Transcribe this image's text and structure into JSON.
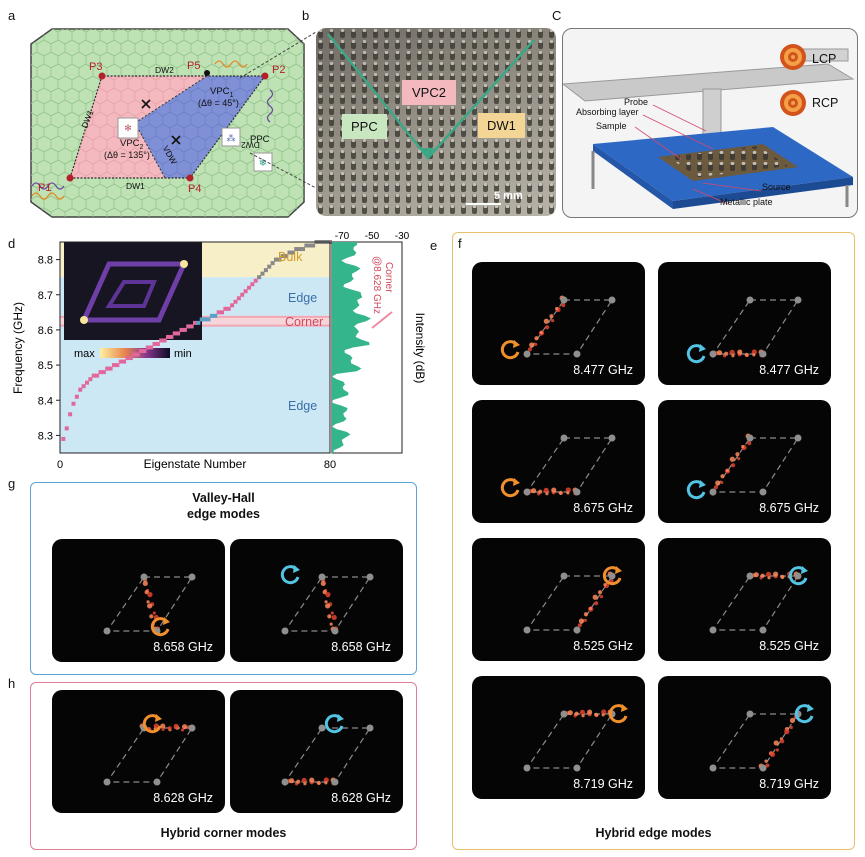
{
  "panels": {
    "a": "a",
    "b": "b",
    "c": "C",
    "d": "d",
    "e": "e",
    "f": "f",
    "g": "g",
    "h": "h"
  },
  "panel_a": {
    "ports": [
      "P1",
      "P2",
      "P3",
      "P4",
      "P5"
    ],
    "dw1_left": "DW1",
    "dw1_bottom": "DW1",
    "dw2": "DW2",
    "dw2_right": "DW2",
    "vdw": "VDW",
    "vpc1": "VPC",
    "vpc1_sub": "1",
    "vpc1_angle": "(Δθ = 45°)",
    "vpc2": "VPC",
    "vpc2_sub": "2",
    "vpc2_angle": "(Δθ = 135°)",
    "ppc": "PPC"
  },
  "panel_b": {
    "ppc": "PPC",
    "vpc2": "VPC2",
    "dw1": "DW1",
    "scale": "5 mm"
  },
  "panel_c": {
    "lcp": "LCP",
    "rcp": "RCP",
    "probe": "Probe",
    "absorbing": "Absorbing layer",
    "sample": "Sample",
    "source": "Source",
    "plate": "Metallic plate"
  },
  "panel_d": {
    "ylabel": "Frequency (GHz)",
    "xlabel": "Eigenstate Number",
    "yticks": [
      "8.8",
      "8.7",
      "8.6",
      "8.5",
      "8.4",
      "8.3"
    ],
    "xticks": [
      "0",
      "80"
    ],
    "bulk": "Bulk",
    "edge_top": "Edge",
    "corner": "Corner",
    "edge_bottom": "Edge",
    "cb_max": "max",
    "cb_min": "min"
  },
  "panel_e": {
    "ylabel": "Intensity (dB)",
    "xticks": [
      "-70",
      "-50",
      "-30"
    ],
    "annot1": "Corner",
    "annot2": "@8.628 GHz"
  },
  "captions": {
    "g1": "Valley-Hall",
    "g2": "edge modes",
    "h": "Hybrid corner modes",
    "f": "Hybrid edge modes"
  },
  "nearfields": {
    "g": [
      {
        "freq": "8.658 GHz"
      },
      {
        "freq": "8.658 GHz"
      }
    ],
    "h": [
      {
        "freq": "8.628 GHz"
      },
      {
        "freq": "8.628 GHz"
      }
    ],
    "f": [
      {
        "freq": "8.477 GHz"
      },
      {
        "freq": "8.477 GHz"
      },
      {
        "freq": "8.675 GHz"
      },
      {
        "freq": "8.675 GHz"
      },
      {
        "freq": "8.525 GHz"
      },
      {
        "freq": "8.525 GHz"
      },
      {
        "freq": "8.719 GHz"
      },
      {
        "freq": "8.719 GHz"
      }
    ]
  },
  "chart_data": {
    "type": "scatter",
    "xlabel": "Eigenstate Number",
    "ylabel": "Frequency (GHz)",
    "xlim": [
      0,
      80
    ],
    "ylim": [
      8.25,
      8.85
    ],
    "x": [
      1,
      2,
      3,
      4,
      5,
      6,
      7,
      8,
      9,
      10,
      11,
      12,
      13,
      14,
      15,
      16,
      17,
      18,
      19,
      20,
      21,
      22,
      23,
      24,
      25,
      26,
      27,
      28,
      29,
      30,
      31,
      32,
      33,
      34,
      35,
      36,
      37,
      38,
      39,
      40,
      41,
      42,
      43,
      44,
      45,
      46,
      47,
      48,
      49,
      50,
      51,
      52,
      53,
      54,
      55,
      56,
      57,
      58,
      59,
      60,
      61,
      62,
      63,
      64,
      65,
      66,
      67,
      68,
      69,
      70,
      71,
      72,
      73,
      74,
      75,
      76,
      77,
      78,
      79,
      80
    ],
    "y": [
      8.29,
      8.32,
      8.36,
      8.39,
      8.41,
      8.43,
      8.44,
      8.45,
      8.46,
      8.47,
      8.47,
      8.48,
      8.48,
      8.49,
      8.49,
      8.5,
      8.5,
      8.51,
      8.51,
      8.52,
      8.52,
      8.53,
      8.53,
      8.54,
      8.54,
      8.55,
      8.55,
      8.56,
      8.56,
      8.57,
      8.57,
      8.58,
      8.58,
      8.59,
      8.59,
      8.6,
      8.6,
      8.61,
      8.61,
      8.62,
      8.62,
      8.63,
      8.63,
      8.63,
      8.64,
      8.64,
      8.65,
      8.65,
      8.66,
      8.66,
      8.67,
      8.68,
      8.69,
      8.7,
      8.71,
      8.72,
      8.73,
      8.74,
      8.75,
      8.76,
      8.77,
      8.78,
      8.79,
      8.8,
      8.8,
      8.81,
      8.81,
      8.82,
      8.82,
      8.83,
      8.83,
      8.83,
      8.84,
      8.84,
      8.84,
      8.85,
      8.85,
      8.85,
      8.85,
      8.85
    ],
    "bands": [
      {
        "name": "Bulk",
        "range": [
          8.75,
          8.85
        ]
      },
      {
        "name": "Edge",
        "range": [
          8.64,
          8.75
        ]
      },
      {
        "name": "Corner",
        "range": [
          8.61,
          8.64
        ]
      },
      {
        "name": "Edge",
        "range": [
          8.25,
          8.61
        ]
      }
    ]
  }
}
